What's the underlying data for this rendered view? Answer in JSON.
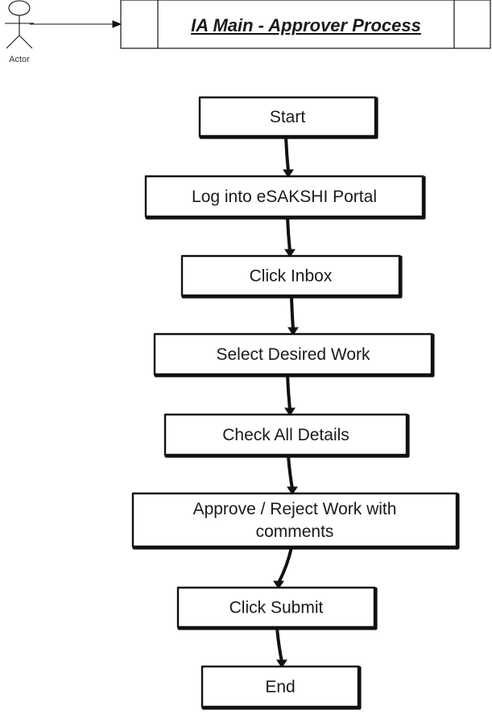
{
  "actor": {
    "label": "Actor"
  },
  "process": {
    "title": "IA Main - Approver Process"
  },
  "steps": [
    {
      "label_lines": [
        "Start"
      ]
    },
    {
      "label_lines": [
        "Log into eSAKSHI Portal"
      ]
    },
    {
      "label_lines": [
        "Click Inbox"
      ]
    },
    {
      "label_lines": [
        "Select Desired Work"
      ]
    },
    {
      "label_lines": [
        "Check All Details"
      ]
    },
    {
      "label_lines": [
        "Approve / Reject Work with",
        "comments"
      ]
    },
    {
      "label_lines": [
        "Click Submit"
      ]
    },
    {
      "label_lines": [
        "End"
      ]
    }
  ],
  "colors": {
    "stroke": "#111111",
    "background": "#ffffff"
  }
}
